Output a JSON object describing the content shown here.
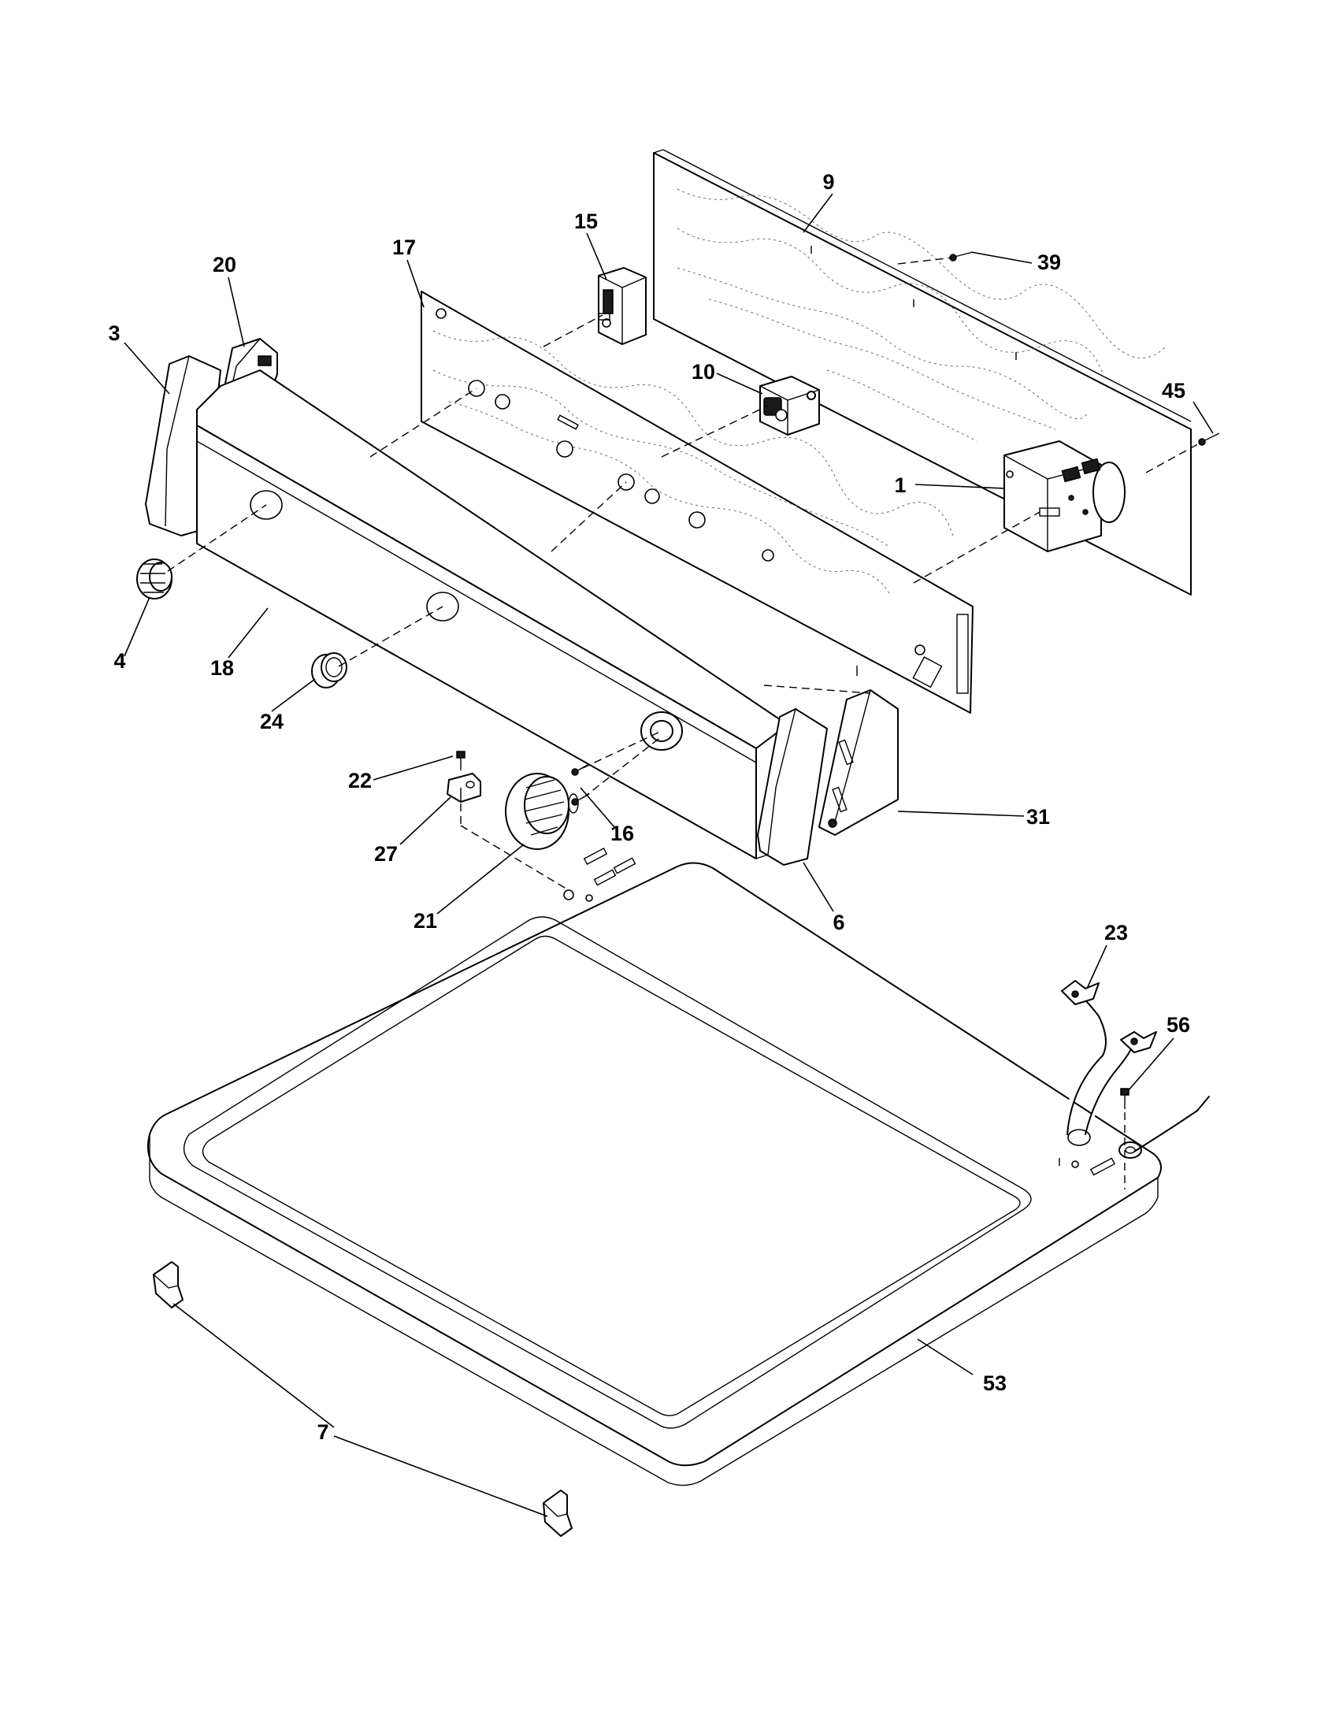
{
  "diagram": {
    "callouts": [
      {
        "id": "c9",
        "label": "9"
      },
      {
        "id": "c15",
        "label": "15"
      },
      {
        "id": "c17",
        "label": "17"
      },
      {
        "id": "c20",
        "label": "20"
      },
      {
        "id": "c39",
        "label": "39"
      },
      {
        "id": "c3",
        "label": "3"
      },
      {
        "id": "c10",
        "label": "10"
      },
      {
        "id": "c45",
        "label": "45"
      },
      {
        "id": "c1",
        "label": "1"
      },
      {
        "id": "c4",
        "label": "4"
      },
      {
        "id": "c18",
        "label": "18"
      },
      {
        "id": "c24",
        "label": "24"
      },
      {
        "id": "c22",
        "label": "22"
      },
      {
        "id": "c16",
        "label": "16"
      },
      {
        "id": "c31",
        "label": "31"
      },
      {
        "id": "c27",
        "label": "27"
      },
      {
        "id": "c21",
        "label": "21"
      },
      {
        "id": "c6",
        "label": "6"
      },
      {
        "id": "c23",
        "label": "23"
      },
      {
        "id": "c56",
        "label": "56"
      },
      {
        "id": "c53",
        "label": "53"
      },
      {
        "id": "c7",
        "label": "7"
      }
    ]
  }
}
